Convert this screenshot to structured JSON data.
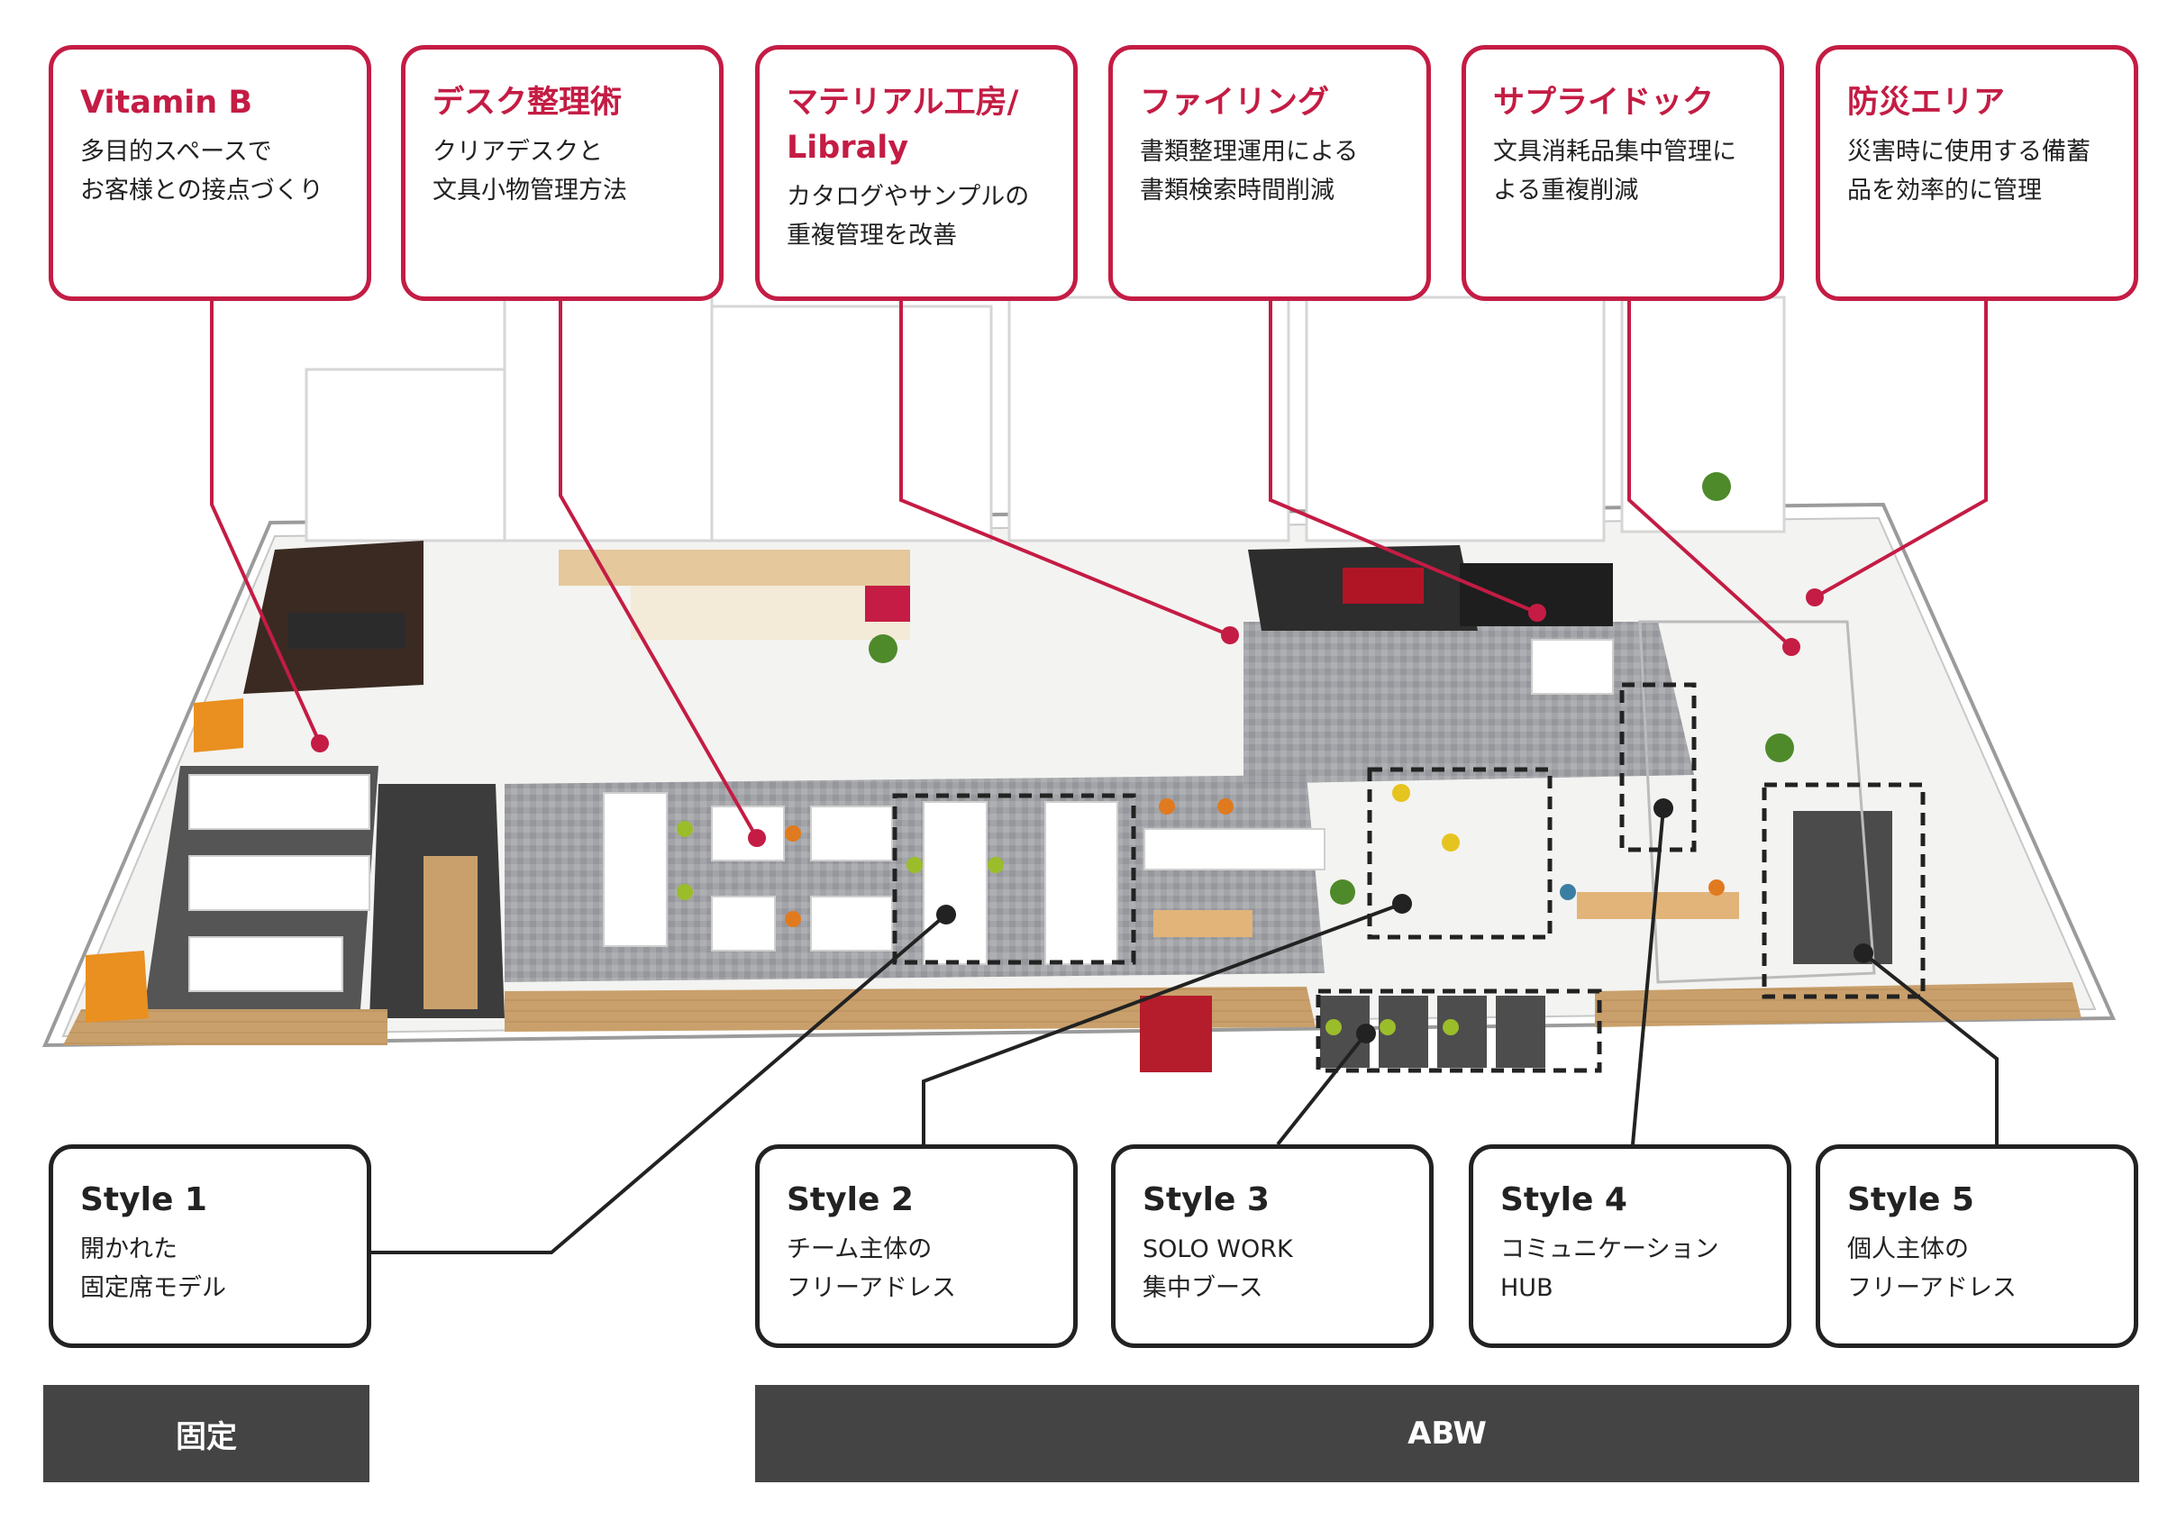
{
  "top_labels": [
    {
      "title": "Vitamin B",
      "desc": "多目的スペースで\nお客様との接点づくり"
    },
    {
      "title": "デスク整理術",
      "desc": "クリアデスクと\n文具小物管理方法"
    },
    {
      "title": "マテリアル工房/\nLibraly",
      "desc": "カタログやサンプルの\n重複管理を改善"
    },
    {
      "title": "ファイリング",
      "desc": "書類整理運用による\n書類検索時間削減"
    },
    {
      "title": "サプライドック",
      "desc": "文具消耗品集中管理に\nよる重複削減"
    },
    {
      "title": "防災エリア",
      "desc": "災害時に使用する備蓄\n品を効率的に管理"
    }
  ],
  "bottom_labels": [
    {
      "title": "Style 1",
      "desc": "開かれた\n固定席モデル"
    },
    {
      "title": "Style 2",
      "desc": "チーム主体の\nフリーアドレス"
    },
    {
      "title": "Style 3",
      "desc": "SOLO WORK\n集中ブース"
    },
    {
      "title": "Style 4",
      "desc": "コミュニケーション\nHUB"
    },
    {
      "title": "Style 5",
      "desc": "個人主体の\nフリーアドレス"
    }
  ],
  "categories": {
    "fixed": "固定",
    "abw": "ABW"
  },
  "colors": {
    "accent": "#c41c44",
    "dark": "#222222",
    "bar": "#444444"
  }
}
